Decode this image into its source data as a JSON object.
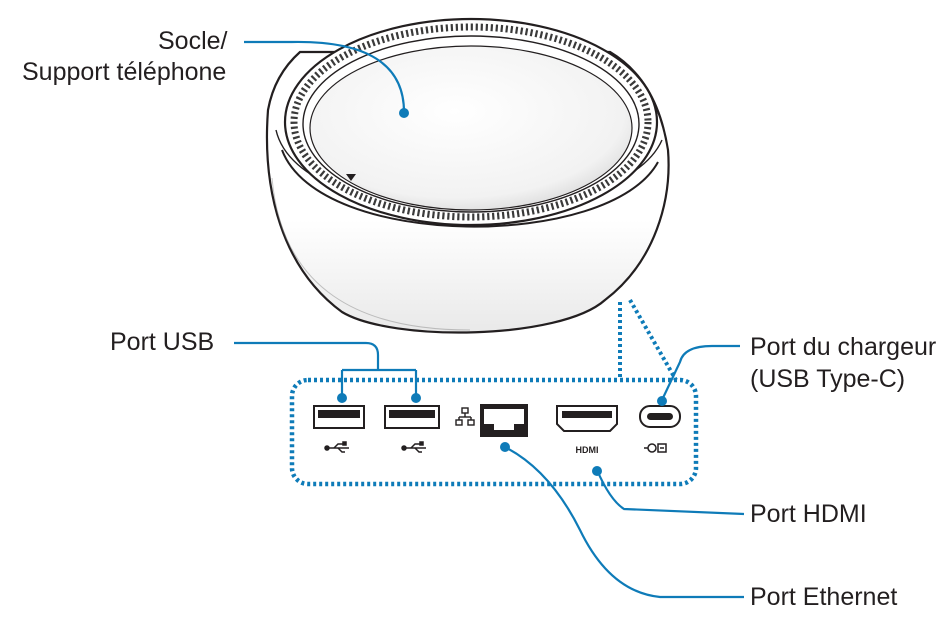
{
  "labels": {
    "socle_line1": "Socle/",
    "socle_line2": "Support téléphone",
    "port_usb": "Port USB",
    "chargeur_line1": "Port du chargeur",
    "chargeur_line2": "(USB Type-C)",
    "port_hdmi": "Port HDMI",
    "port_ethernet": "Port Ethernet"
  },
  "port_icons": {
    "usb_1": "usb-icon",
    "usb_2": "usb-icon",
    "ethernet": "network-icon",
    "hdmi": "HDMI",
    "usbc": "charger-plug-icon"
  },
  "colors": {
    "callout": "#0e7bb8",
    "outline": "#231f20",
    "background": "#ffffff"
  }
}
